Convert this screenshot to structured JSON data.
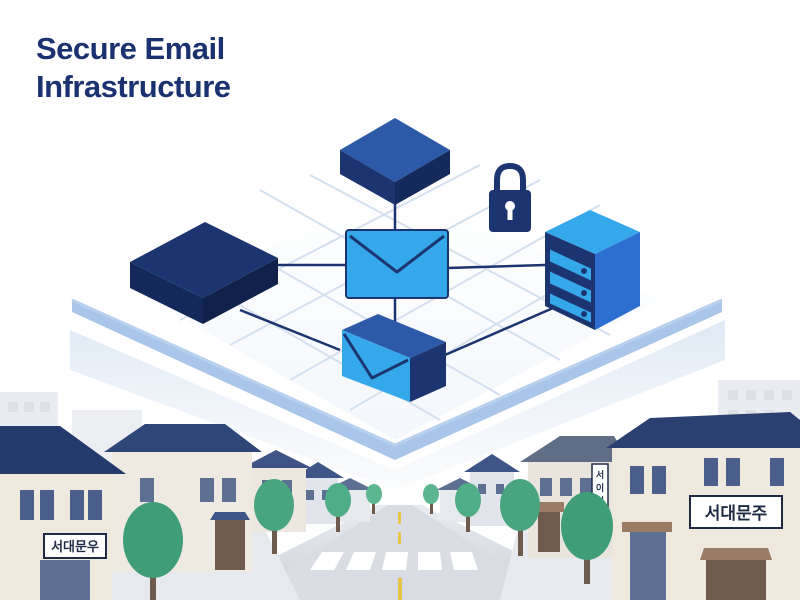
{
  "title": {
    "line1": "Secure Email",
    "line2": "Infrastructure"
  },
  "signs": {
    "left_shop": "서대문우",
    "right_shop": "서대문주",
    "right_vertical": [
      "서",
      "이",
      "식"
    ]
  },
  "icons": [
    "cube-icon",
    "mail-icon",
    "mailbox-icon",
    "server-icon",
    "lock-icon"
  ],
  "colors": {
    "title": "#1a3270",
    "navy": "#1c3570",
    "accent_blue": "#35a8ec",
    "platform": "#a9c6ea",
    "grid": "#d5e0ee",
    "tree": "#3f9e78",
    "road": "#d3d7de"
  }
}
